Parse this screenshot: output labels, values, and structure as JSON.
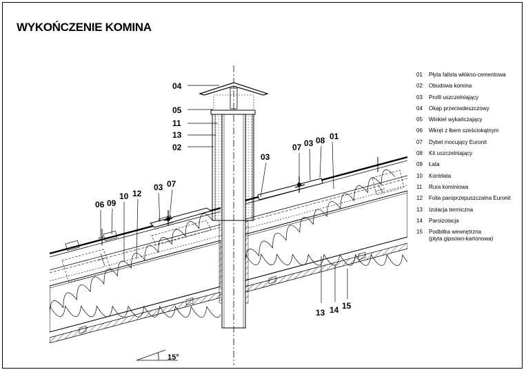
{
  "title": "WYKOŃCZENIE KOMINA",
  "legend": [
    {
      "num": "01",
      "text": "Płyta falista  włókno-cementowa"
    },
    {
      "num": "02",
      "text": "Obudowa komina"
    },
    {
      "num": "03",
      "text": "Profil uszczelniający"
    },
    {
      "num": "04",
      "text": "Okap przeciwdeszczowy"
    },
    {
      "num": "05",
      "text": "Winkiel wykańczający"
    },
    {
      "num": "06",
      "text": "Wkręt  z łbem sześciokątnym"
    },
    {
      "num": "07",
      "text": "Dybel  mocujący  Euronit"
    },
    {
      "num": "08",
      "text": "Kit uszczelniający"
    },
    {
      "num": "09",
      "text": "Łata"
    },
    {
      "num": "10",
      "text": "Kontrłata"
    },
    {
      "num": "11",
      "text": "Rura kominiowa"
    },
    {
      "num": "12",
      "text": "Folia paroprzepuszczalna Euronit"
    },
    {
      "num": "13",
      "text": "Izolacja termiczna"
    },
    {
      "num": "14",
      "text": "Paroizolacja"
    },
    {
      "num": "15",
      "text": "Podbitka wewnętrzna"
    }
  ],
  "legend_extra": "(płyta gipsowo-kartonowa)",
  "callouts": {
    "c04": "04",
    "c05": "05",
    "c11": "11",
    "c13": "13",
    "c02": "02",
    "c07r": "07",
    "c03r": "03",
    "c08r": "08",
    "c01r": "01",
    "c03rl": "03",
    "c06": "06",
    "c09": "09",
    "c10": "10",
    "c12": "12",
    "c03l": "03",
    "c07l": "07",
    "c13b": "13",
    "c14b": "14",
    "c15b": "15"
  },
  "angle": "15°"
}
